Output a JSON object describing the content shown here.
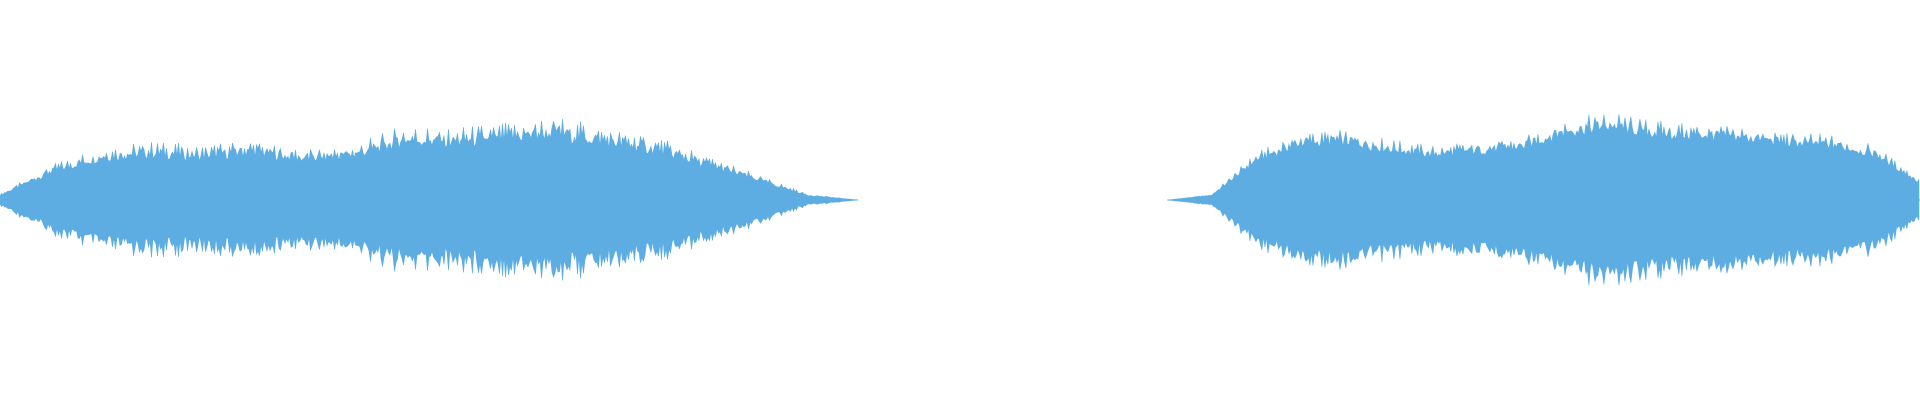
{
  "waveform": {
    "color": "#5DADE2",
    "background": "#FFFFFF",
    "segments": [
      {
        "name": "segment-1",
        "start_frac": 0.0,
        "end_frac": 0.447,
        "envelope": [
          0.05,
          0.3,
          0.46,
          0.5,
          0.47,
          0.52,
          0.44,
          0.48,
          0.64,
          0.62,
          0.66,
          0.72,
          0.62,
          0.54,
          0.38,
          0.22,
          0.05,
          0.0
        ],
        "texture": 0.18
      },
      {
        "name": "segment-2",
        "start_frac": 0.608,
        "end_frac": 1.0,
        "envelope": [
          0.0,
          0.05,
          0.42,
          0.6,
          0.62,
          0.54,
          0.48,
          0.52,
          0.56,
          0.72,
          0.78,
          0.7,
          0.68,
          0.66,
          0.6,
          0.58,
          0.48,
          0.18
        ],
        "texture": 0.14
      }
    ]
  }
}
